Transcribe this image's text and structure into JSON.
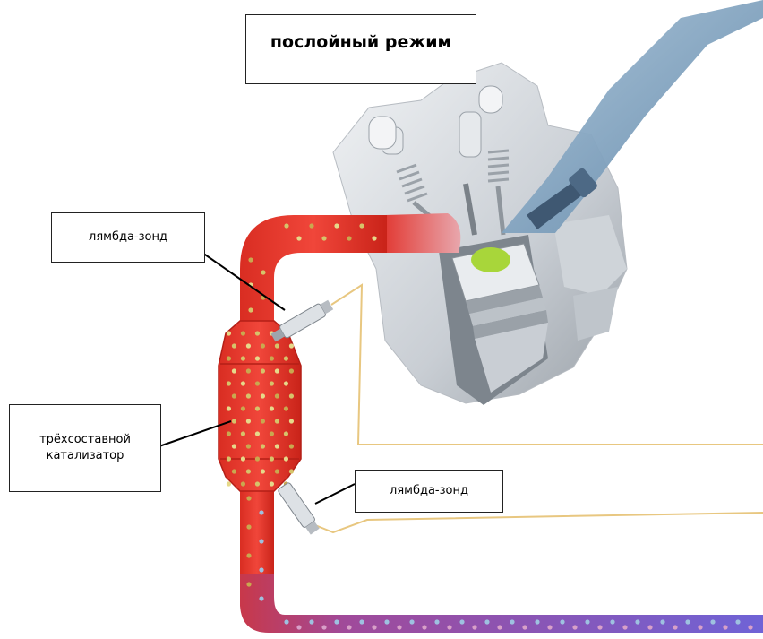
{
  "title": "послойный режим",
  "labels": {
    "lambda_upper": "лямбда-зонд",
    "catalyst": "трёхсоставной катализатор",
    "lambda_lower": "лямбда-зонд"
  },
  "colors": {
    "exhaust_hot": "#e0392a",
    "exhaust_cool": "#7a5bd0",
    "engine_metal": "#d9dde2",
    "injector_blue": "#8fb2cf",
    "fuel_spray": "#a8d63a",
    "sensor_wire": "#e8c780"
  }
}
